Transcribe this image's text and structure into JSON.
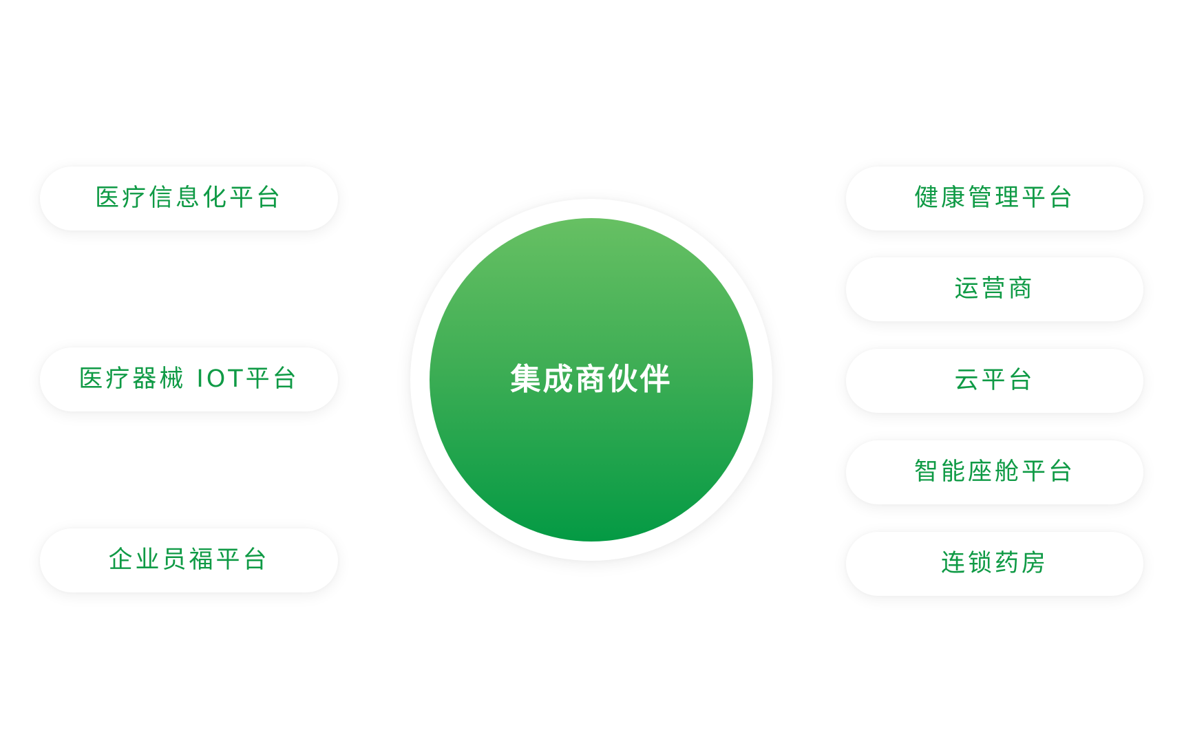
{
  "diagram": {
    "center": {
      "label": "集成商伙伴",
      "gradient_top": "#67c063",
      "gradient_bottom": "#049a44"
    },
    "left_nodes": [
      {
        "label": "医疗信息化平台"
      },
      {
        "label": "医疗器械 IOT平台"
      },
      {
        "label": "企业员福平台"
      }
    ],
    "right_nodes": [
      {
        "label": "健康管理平台"
      },
      {
        "label": "运营商"
      },
      {
        "label": "云平台"
      },
      {
        "label": "智能座舱平台"
      },
      {
        "label": "连锁药房"
      }
    ],
    "colors": {
      "node_text": "#0f9a45",
      "node_background": "#ffffff",
      "center_text": "#ffffff"
    }
  }
}
